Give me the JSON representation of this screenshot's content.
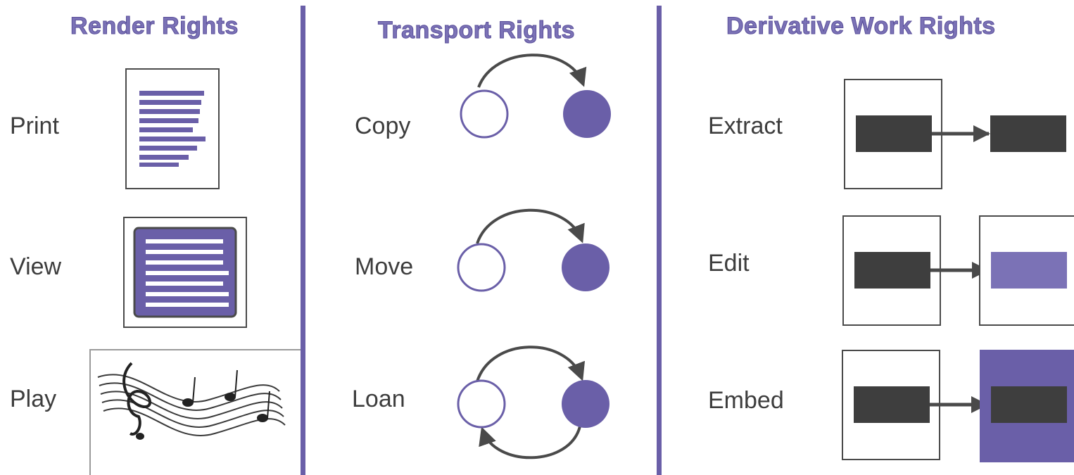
{
  "colors": {
    "accent": "#6a5fa8",
    "dark_block": "#3e3e3e",
    "heading": "#7b72b6",
    "label": "#3d3d3d"
  },
  "render": {
    "title": "Render Rights",
    "items": [
      {
        "label": "Print",
        "icon": "document-lines-icon"
      },
      {
        "label": "View",
        "icon": "screen-view-icon"
      },
      {
        "label": "Play",
        "icon": "music-staff-icon"
      }
    ]
  },
  "transport": {
    "title": "Transport Rights",
    "items": [
      {
        "label": "Copy",
        "icon": "copy-circles-icon"
      },
      {
        "label": "Move",
        "icon": "move-circles-icon"
      },
      {
        "label": "Loan",
        "icon": "loan-circles-icon"
      }
    ]
  },
  "derivative": {
    "title": "Derivative Work Rights",
    "items": [
      {
        "label": "Extract",
        "icon": "extract-blocks-icon"
      },
      {
        "label": "Edit",
        "icon": "edit-blocks-icon"
      },
      {
        "label": "Embed",
        "icon": "embed-blocks-icon"
      }
    ]
  }
}
